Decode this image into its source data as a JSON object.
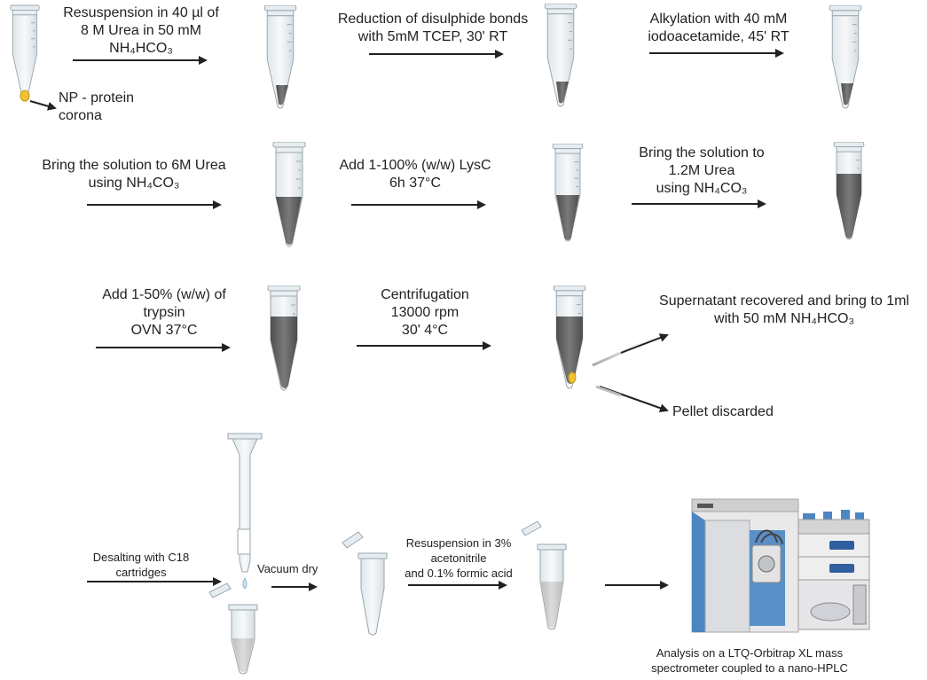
{
  "steps": {
    "resuspension": [
      "Resuspension in 40 µl  of",
      "8 M Urea in 50 mM",
      "NH₄HCO₃"
    ],
    "reduction": [
      "Reduction of disulphide bonds",
      "with 5mM TCEP, 30' RT"
    ],
    "alkylation": [
      "Alkylation with 40 mM",
      "iodoacetamide, 45' RT"
    ],
    "np_label": [
      "NP - protein",
      "corona"
    ],
    "urea6": [
      "Bring the solution to 6M Urea",
      "using NH₄CO₃"
    ],
    "lysc": [
      "Add 1-100% (w/w) LysC",
      "6h 37°C"
    ],
    "urea12": [
      "Bring the solution to",
      "1.2M Urea",
      "using NH₄CO₃"
    ],
    "trypsin": [
      "Add 1-50% (w/w) of",
      "trypsin",
      "OVN 37°C"
    ],
    "centrifugation": [
      "Centrifugation",
      "13000 rpm",
      "30' 4°C"
    ],
    "supernatant": [
      "Supernatant recovered and bring to 1ml",
      "with 50 mM NH₄HCO₃"
    ],
    "pellet": [
      "Pellet discarded"
    ],
    "desalting": [
      "Desalting with C18",
      "cartridges"
    ],
    "vacuum": [
      "Vacuum dry"
    ],
    "resusp2": [
      "Resuspension in 3%",
      "acetonitrile",
      "and 0.1% formic acid"
    ],
    "analysis": [
      "Analysis on a LTQ-Orbitrap XL mass",
      "spectrometer coupled to a nano-HPLC"
    ]
  },
  "colors": {
    "tube_wall": "#c9d3d9",
    "liquid": "#5e5e5e",
    "liquid_light": "#c9c9c9",
    "pellet": "#f2c230",
    "arrow": "#222222",
    "instrument_blue": "#4d86c3"
  }
}
